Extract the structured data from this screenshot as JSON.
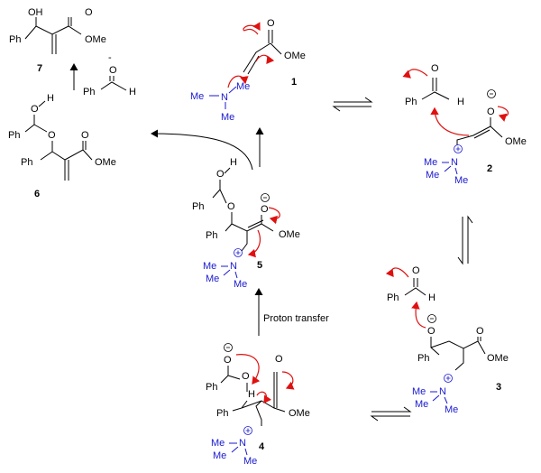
{
  "labels": {
    "oh": "OH",
    "o": "O",
    "h": "H",
    "ph": "Ph",
    "ome": "OMe",
    "me": "Me",
    "n": "N",
    "minus": "-"
  },
  "compounds": {
    "c1": "1",
    "c2": "2",
    "c3": "3",
    "c4": "4",
    "c5": "5",
    "c6": "6",
    "c7": "7"
  },
  "arrows": {
    "proton_transfer": "Proton transfer"
  },
  "colors": {
    "amine": "#1a1ad0",
    "curly_arrow": "#e01010",
    "bond": "#000000"
  }
}
